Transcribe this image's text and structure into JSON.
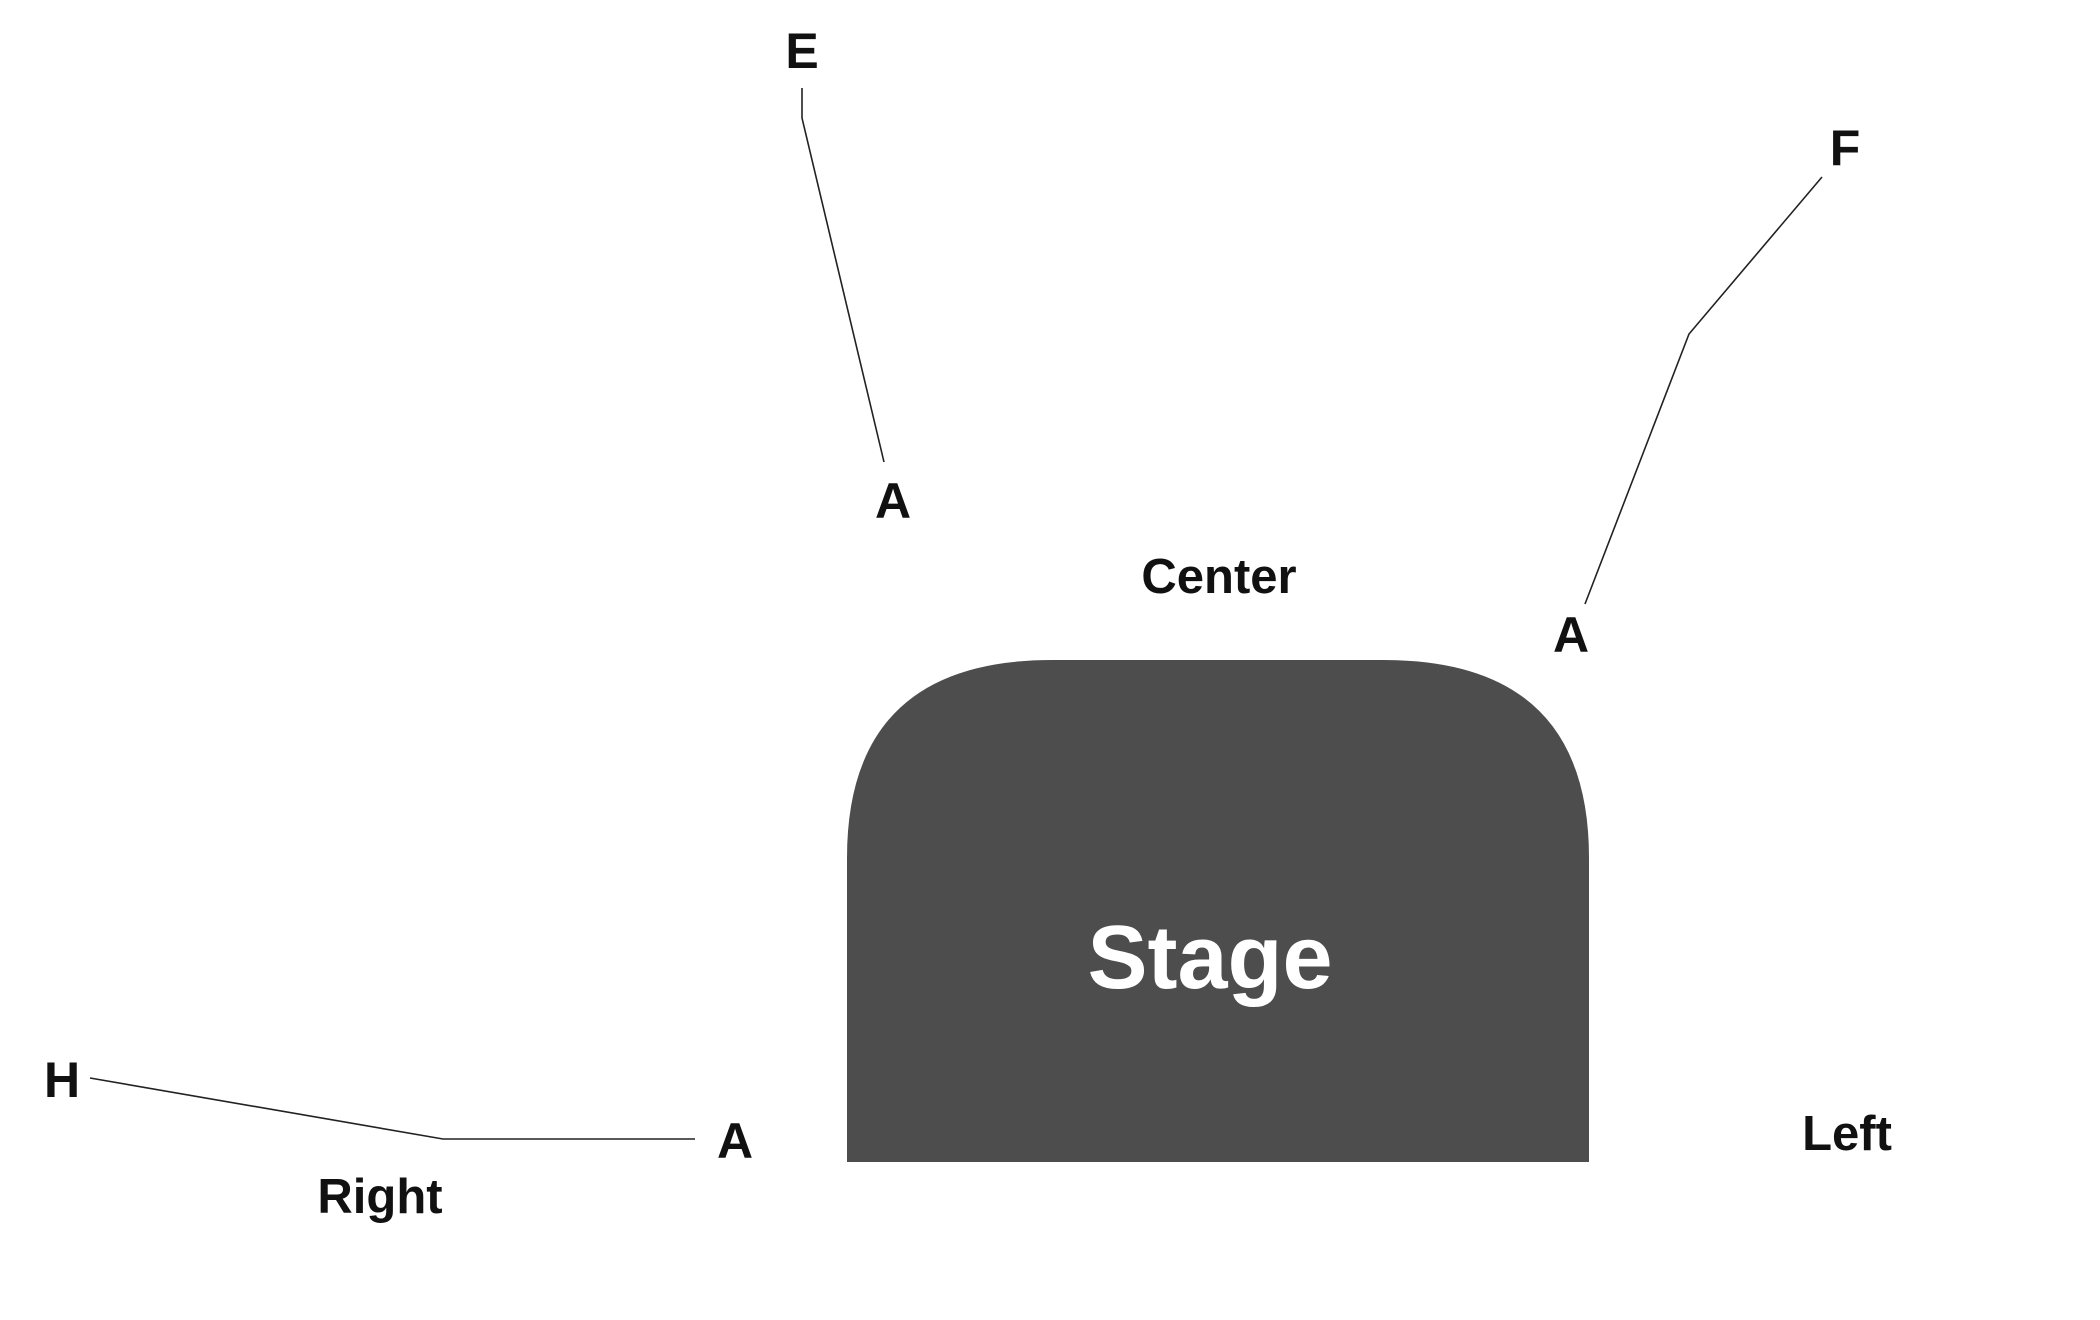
{
  "stage": {
    "label": "Stage",
    "fill": "#4d4d4d"
  },
  "sections": {
    "center": "Center",
    "left": "Left",
    "right": "Right"
  },
  "rows": {
    "e": "E",
    "f": "F",
    "h": "H",
    "a_upper_left": "A",
    "a_upper_right": "A",
    "a_lower_right": "A"
  },
  "colors": {
    "background": "#ffffff",
    "text": "#111111",
    "leader_line": "#222222"
  }
}
